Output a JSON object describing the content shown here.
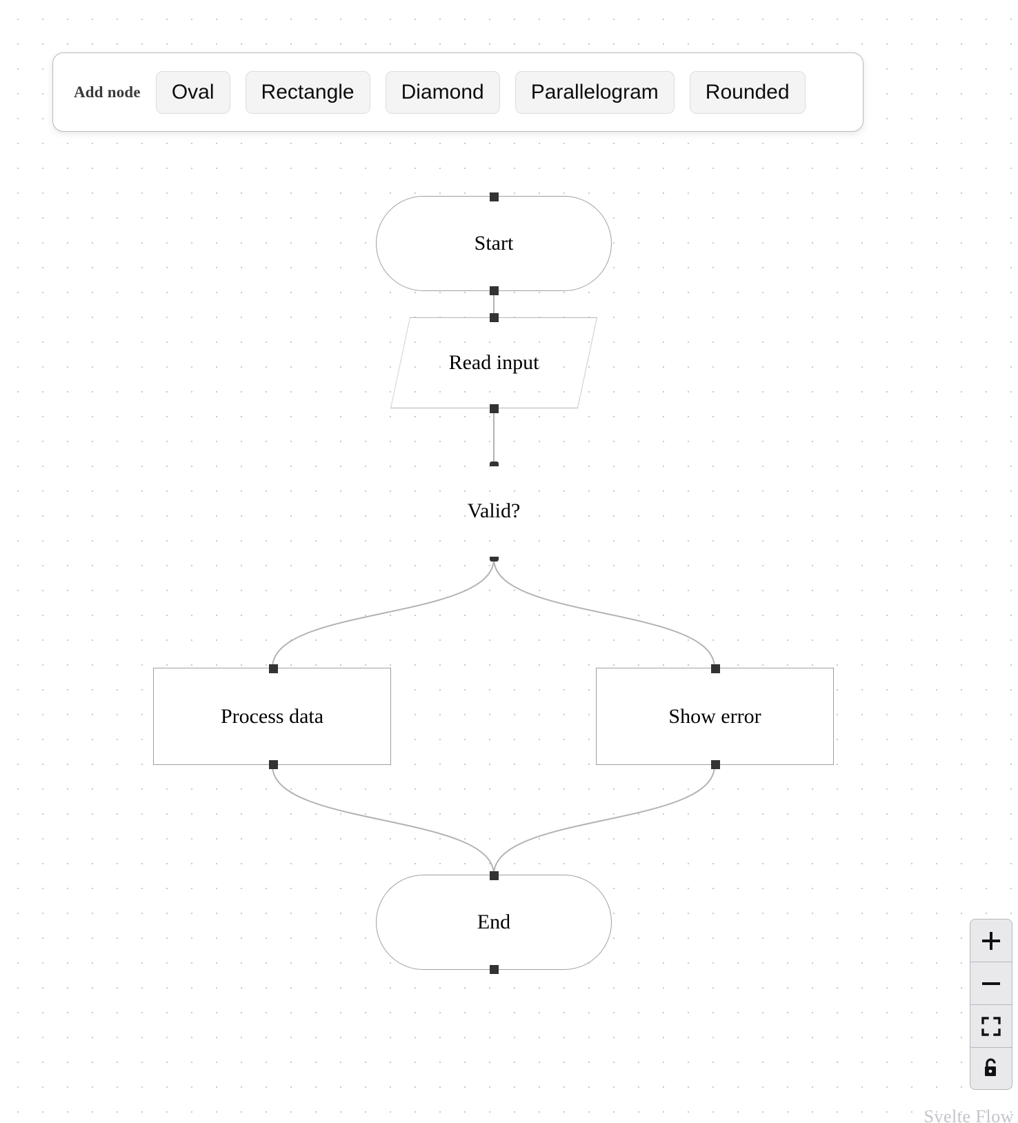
{
  "toolbar": {
    "label": "Add node",
    "buttons": [
      {
        "name": "oval",
        "label": "Oval"
      },
      {
        "name": "rectangle",
        "label": "Rectangle"
      },
      {
        "name": "diamond",
        "label": "Diamond"
      },
      {
        "name": "parallelogram",
        "label": "Parallelogram"
      },
      {
        "name": "rounded",
        "label": "Rounded"
      }
    ]
  },
  "flow": {
    "nodes": [
      {
        "id": "start",
        "label": "Start",
        "shape": "oval"
      },
      {
        "id": "read-input",
        "label": "Read input",
        "shape": "parallelogram"
      },
      {
        "id": "valid",
        "label": "Valid?",
        "shape": "diamond"
      },
      {
        "id": "process",
        "label": "Process data",
        "shape": "rectangle"
      },
      {
        "id": "show-error",
        "label": "Show error",
        "shape": "rectangle"
      },
      {
        "id": "end",
        "label": "End",
        "shape": "oval"
      }
    ],
    "edges": [
      {
        "from": "start",
        "to": "read-input"
      },
      {
        "from": "read-input",
        "to": "valid"
      },
      {
        "from": "valid",
        "to": "process"
      },
      {
        "from": "valid",
        "to": "show-error"
      },
      {
        "from": "process",
        "to": "end"
      },
      {
        "from": "show-error",
        "to": "end"
      }
    ]
  },
  "controls": {
    "zoom_in": "zoom-in",
    "zoom_out": "zoom-out",
    "fit_view": "fit-view",
    "lock": "unlocked"
  },
  "attribution": "Svelte Flow",
  "colors": {
    "edge_stroke": "#b1b1b7",
    "node_border": "#9aa0a6",
    "handle": "#333333",
    "dot_grid": "#c8c8c8",
    "button_bg": "#f4f4f4"
  }
}
